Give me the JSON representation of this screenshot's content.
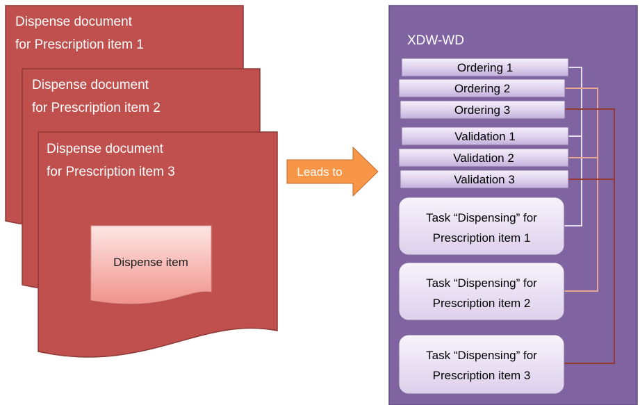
{
  "documents": [
    {
      "line1": "Dispense document",
      "line2": "for Prescription item 1"
    },
    {
      "line1": "Dispense document",
      "line2": "for Prescription item 2"
    },
    {
      "line1": "Dispense document",
      "line2": "for Prescription item 3"
    }
  ],
  "dispense_item": "Dispense item",
  "arrow_label": "Leads to",
  "workflow": {
    "title": "XDW-WD",
    "orderings": [
      "Ordering 1",
      "Ordering 2",
      "Ordering 3"
    ],
    "validations": [
      "Validation 1",
      "Validation 2",
      "Validation 3"
    ],
    "tasks": [
      {
        "line1": "Task “Dispensing” for",
        "line2": "Prescription item 1"
      },
      {
        "line1": "Task “Dispensing” for",
        "line2": "Prescription item 2"
      },
      {
        "line1": "Task “Dispensing” for",
        "line2": "Prescription item 3"
      }
    ]
  },
  "colors": {
    "document_fill": "#c0504d",
    "document_stroke": "#8c3836",
    "arrow_fill": "#f79646",
    "panel_fill": "#8064a2",
    "connector_item1": "#e6e0ec",
    "connector_item2": "#e6a796",
    "connector_item3": "#953735"
  }
}
